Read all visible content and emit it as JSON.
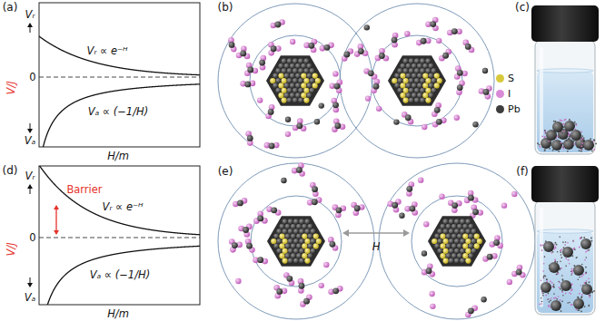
{
  "diagram": {
    "labels": [
      "(a)",
      "Vᵣ",
      "0",
      "V/J",
      "Vₐ",
      "H/m",
      "Vᵣ ∝ e⁻ᴴ",
      "Vₐ ∝ (−1/H)",
      "(b)",
      "(c)",
      "(d)",
      "Vᵣ",
      "0",
      "V/J",
      "Vₐ",
      "H/m",
      "Barrier",
      "Vᵣ ∝ e⁻ᴴ",
      "Vₐ ∝ (−1/H)",
      "(e)",
      "H",
      "(f)"
    ],
    "legend": [
      {
        "text": "S",
        "color": "#d8c93c"
      },
      {
        "text": "I",
        "color": "#d98ad6"
      },
      {
        "text": "Pb",
        "color": "#3d3d3d"
      }
    ]
  }
}
